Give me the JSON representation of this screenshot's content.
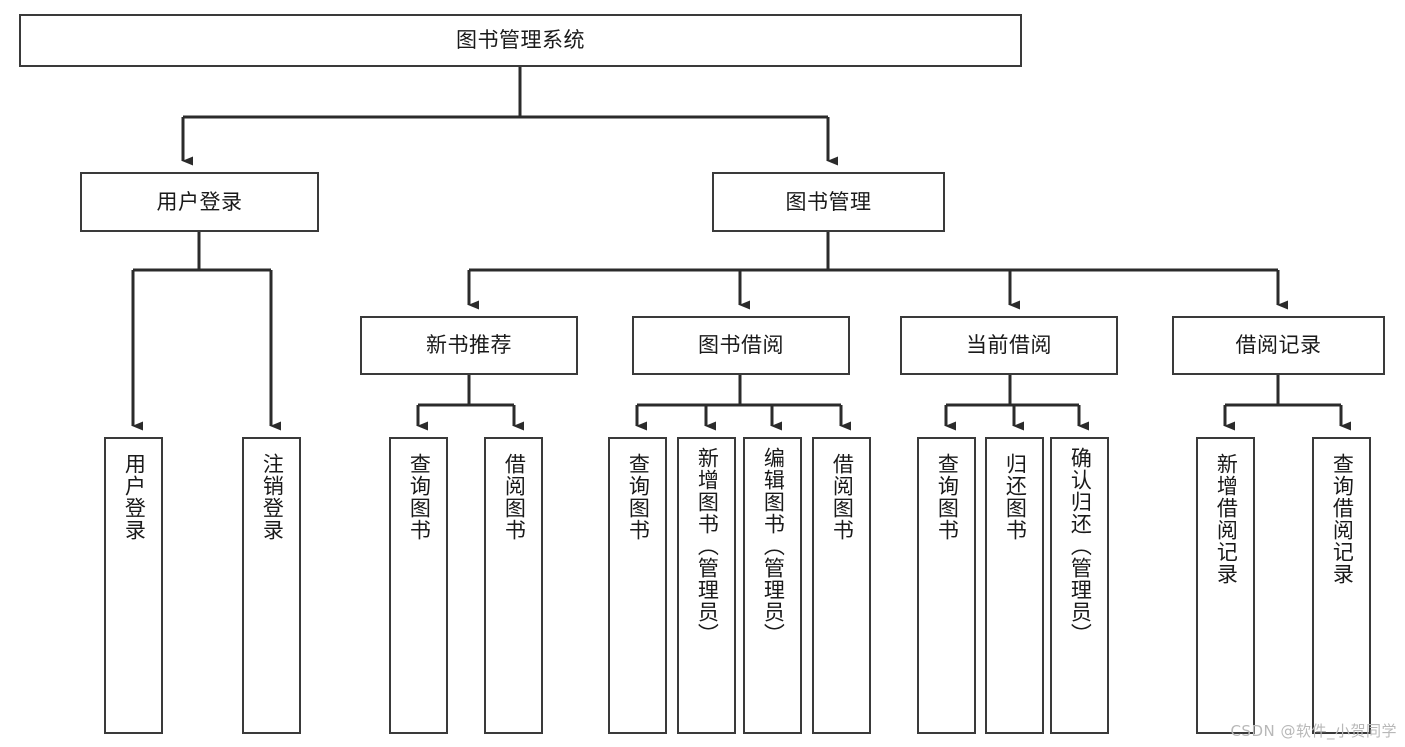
{
  "diagram": {
    "type": "tree-hierarchy-chart",
    "title_node": {
      "id": "root",
      "label": "图书管理系统"
    },
    "level2": [
      {
        "id": "user-login",
        "label": "用户登录"
      },
      {
        "id": "book-manage",
        "label": "图书管理"
      }
    ],
    "level3": [
      {
        "id": "new-book-recommend",
        "label": "新书推荐"
      },
      {
        "id": "book-borrow",
        "label": "图书借阅"
      },
      {
        "id": "current-borrow",
        "label": "当前借阅"
      },
      {
        "id": "borrow-record",
        "label": "借阅记录"
      }
    ],
    "leaves": [
      {
        "id": "leaf-user-login",
        "label": "用户登录",
        "parent": "用户登录"
      },
      {
        "id": "leaf-logout-login",
        "label": "注销登录",
        "parent": "用户登录"
      },
      {
        "id": "leaf-query-book-1",
        "label": "查询图书",
        "parent": "新书推荐"
      },
      {
        "id": "leaf-borrow-book-1",
        "label": "借阅图书",
        "parent": "新书推荐"
      },
      {
        "id": "leaf-query-book-2",
        "label": "查询图书",
        "parent": "图书借阅"
      },
      {
        "id": "leaf-add-book",
        "label": "新增图书（管理员）",
        "parent": "图书借阅"
      },
      {
        "id": "leaf-edit-book",
        "label": "编辑图书（管理员）",
        "parent": "图书借阅"
      },
      {
        "id": "leaf-borrow-book-2",
        "label": "借阅图书",
        "parent": "图书借阅"
      },
      {
        "id": "leaf-query-book-3",
        "label": "查询图书",
        "parent": "当前借阅"
      },
      {
        "id": "leaf-return-book",
        "label": "归还图书",
        "parent": "当前借阅"
      },
      {
        "id": "leaf-confirm-return",
        "label": "确认归还（管理员）",
        "parent": "当前借阅"
      },
      {
        "id": "leaf-add-record",
        "label": "新增借阅记录",
        "parent": "借阅记录"
      },
      {
        "id": "leaf-query-record",
        "label": "查询借阅记录",
        "parent": "借阅记录"
      }
    ],
    "colors": {
      "border": "#3a3a3a",
      "background": "#ffffff",
      "text": "#1a1a1a",
      "watermark": "#b8b8b8"
    }
  },
  "watermark": {
    "text": "CSDN @软件_小贺同学"
  }
}
